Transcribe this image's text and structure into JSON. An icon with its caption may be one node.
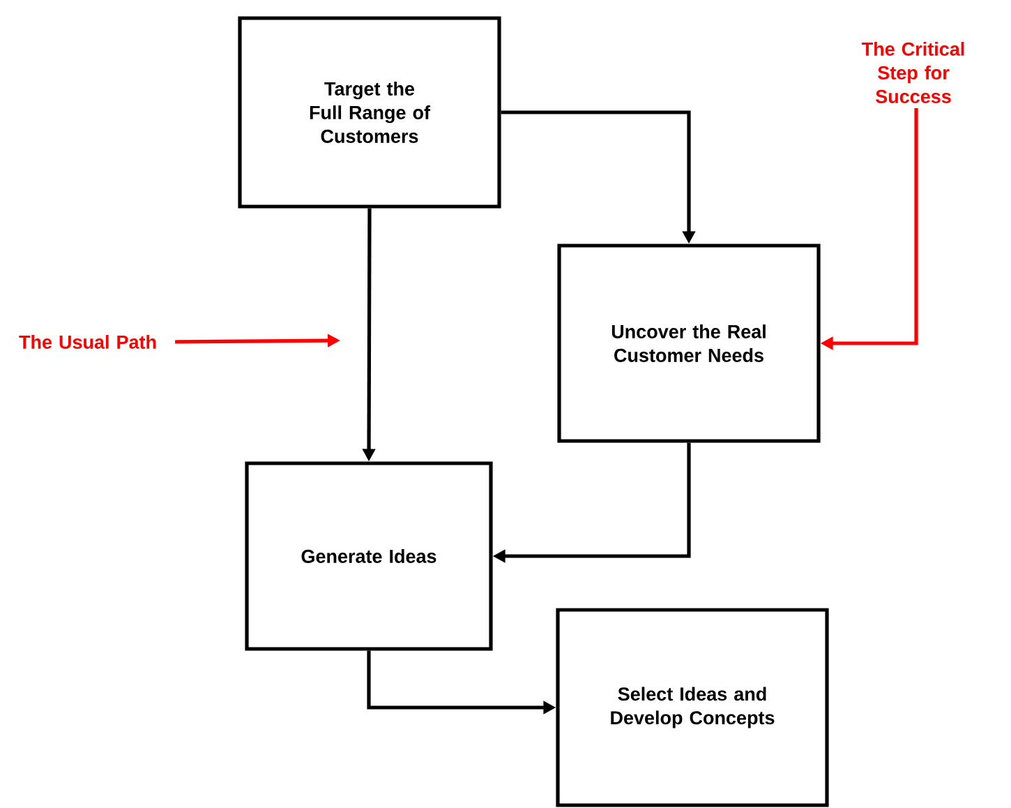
{
  "diagram": {
    "nodes": [
      {
        "text": [
          "Target the Full Range of Customers"
        ]
      },
      {
        "text": [
          "Uncover the Real Customer Needs"
        ]
      },
      {
        "text": [
          "Generate Ideas"
        ]
      },
      {
        "text": [
          "Select Ideas and Develop Concepts"
        ]
      },
      {
        "text": [
          "The Usual Path"
        ]
      },
      {
        "text": [
          "The Critical Step for Success"
        ]
      }
    ],
    "edges": [
      {
        "from": 0,
        "to": 1,
        "arrow": "to"
      },
      {
        "from": 0,
        "to": 2,
        "arrow": "to"
      },
      {
        "from": 1,
        "to": 2,
        "arrow": "to"
      },
      {
        "from": 2,
        "to": 3,
        "arrow": "to"
      },
      {
        "from": 4,
        "to": null,
        "arrow": "to",
        "color": "#ff0000"
      },
      {
        "from": 5,
        "to": 1,
        "arrow": "to",
        "color": "#ff0000"
      }
    ]
  }
}
